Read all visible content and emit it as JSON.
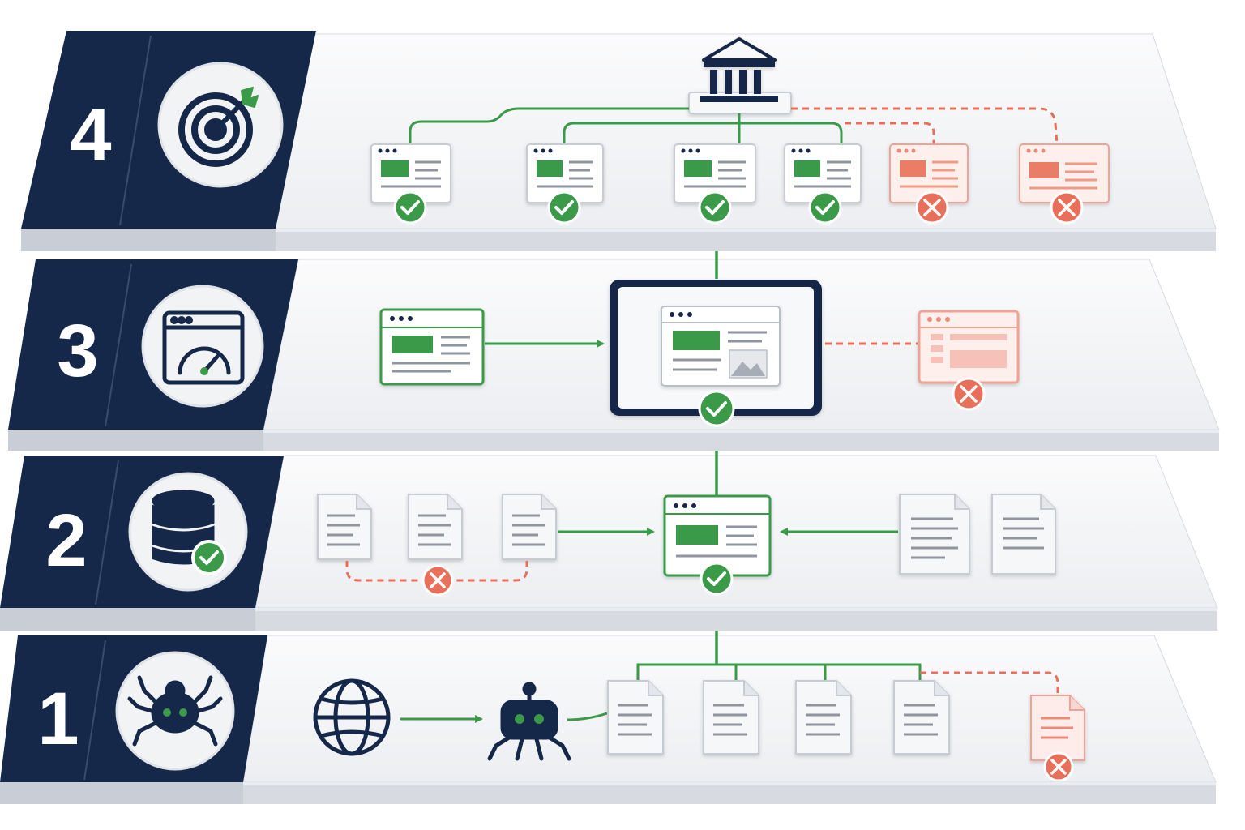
{
  "diagram": {
    "layers": [
      {
        "number": "4",
        "icon": "target-icon",
        "nodes": [
          "document",
          "document",
          "document",
          "document",
          "document-rejected",
          "document-rejected"
        ]
      },
      {
        "number": "3",
        "icon": "speed-gauge-icon",
        "nodes": [
          "document",
          "rendered-page",
          "document-rejected"
        ]
      },
      {
        "number": "2",
        "icon": "database-check-icon",
        "nodes": [
          "file",
          "file",
          "file",
          "document",
          "file",
          "file"
        ]
      },
      {
        "number": "1",
        "icon": "spider-icon",
        "nodes": [
          "globe",
          "robot",
          "file",
          "file",
          "file",
          "file",
          "file-rejected"
        ]
      }
    ],
    "colors": {
      "navy": "#15284a",
      "accept": "#3a9a48",
      "reject": "#e8705a",
      "platform": "#f4f5f7",
      "platform_edge": "#cfd3da"
    }
  }
}
